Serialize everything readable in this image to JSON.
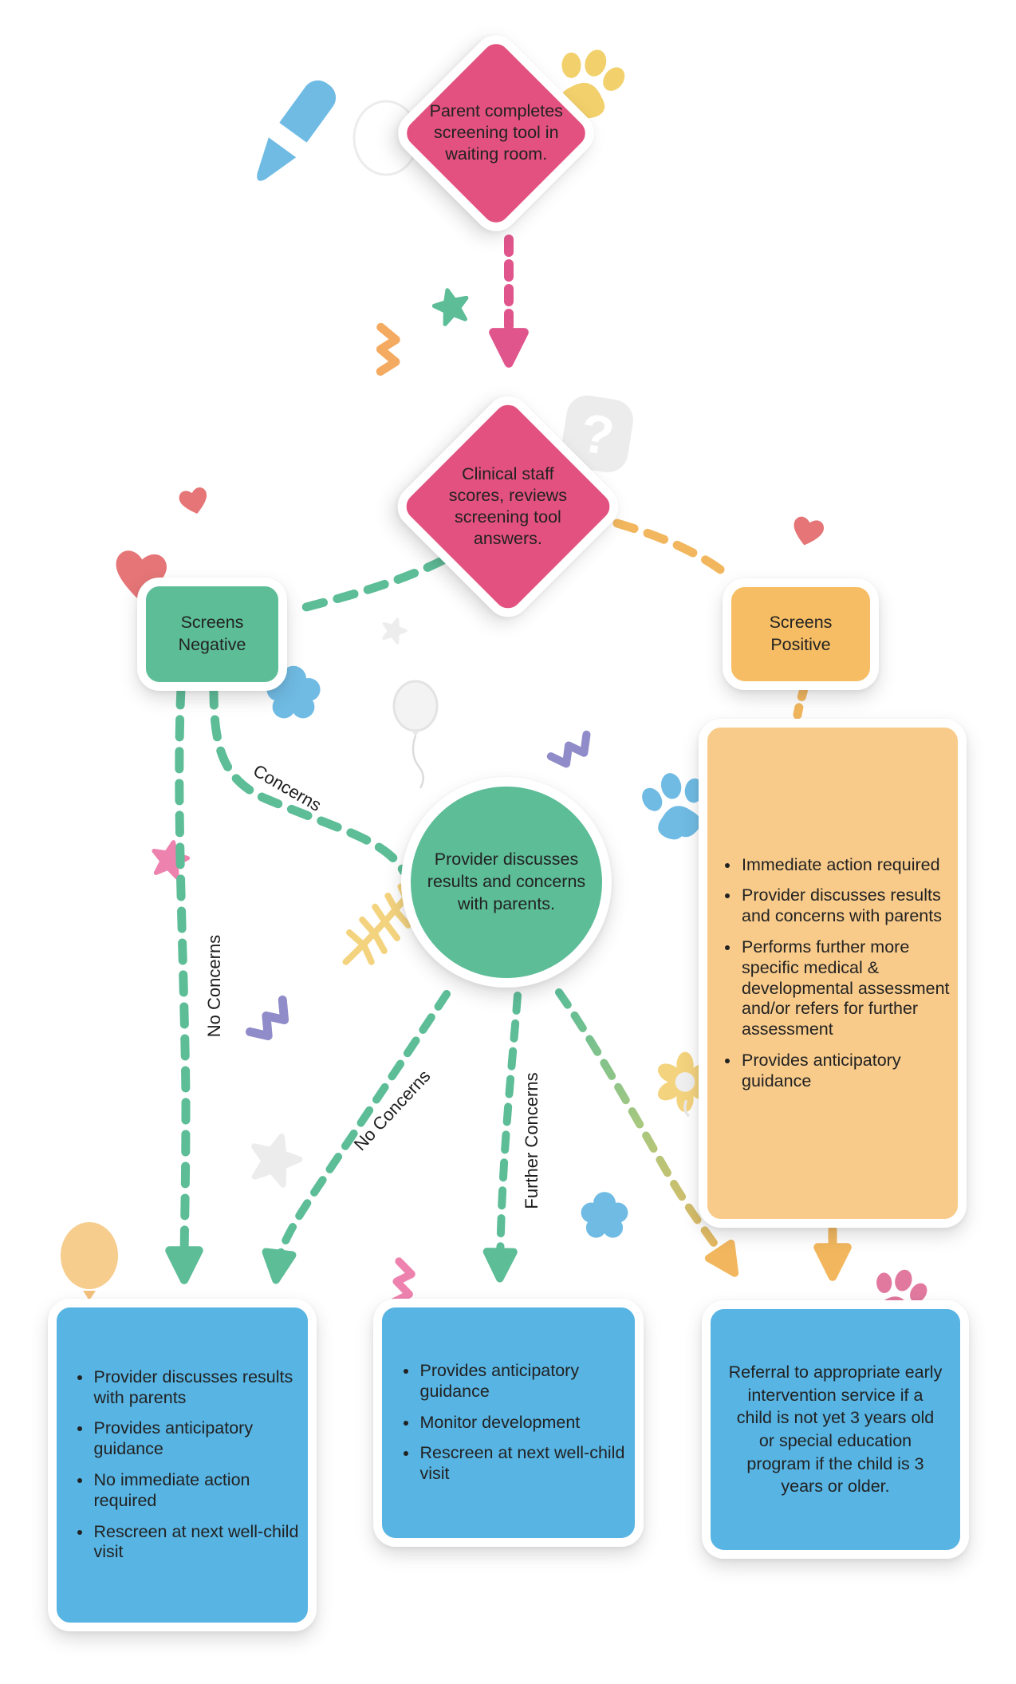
{
  "nodes": {
    "diamond1": {
      "text": "Parent completes screening tool in waiting room."
    },
    "diamond2": {
      "text": "Clinical staff scores, reviews screening tool answers."
    },
    "screens_negative": {
      "label": "Screens Negative"
    },
    "screens_positive": {
      "label": "Screens Positive"
    },
    "provider_circle": {
      "text": "Provider discusses results and concerns with parents."
    },
    "positive_actions": {
      "bullets": [
        "Immediate action required",
        "Provider discusses results and concerns with parents",
        "Performs further more specific medical & developmental assessment and/or refers for further assessment",
        "Provides anticipatory guidance"
      ]
    },
    "no_concerns_outcome": {
      "bullets": [
        "Provider discusses results with parents",
        "Provides anticipatory guidance",
        "No immediate action required",
        "Rescreen at next well-child visit"
      ]
    },
    "monitor_outcome": {
      "bullets": [
        "Provides anticipatory guidance",
        "Monitor development",
        "Rescreen at next well-child visit"
      ]
    },
    "referral_outcome": {
      "text": "Referral to appropriate early intervention service if a child is not yet 3 years old or special education program if the child is 3 years or older."
    }
  },
  "edge_labels": {
    "concerns": "Concerns",
    "no_concerns_left": "No Concerns",
    "no_concerns_center": "No Concerns",
    "further_concerns": "Further Concerns"
  },
  "colors": {
    "pink": "#e2517f",
    "pink_dash": "#e0558c",
    "green": "#5cbd97",
    "orange": "#f6bd64",
    "orange_light": "#f8cb8b",
    "blue_box": "#57b4e3",
    "coral_heart": "#e57577",
    "light_blue": "#6fbbe4",
    "yellow_deco": "#f2d06b",
    "purple_deco": "#908cc9",
    "pink_deco": "#ee82ae",
    "gray_deco": "#ececec",
    "text": "#222222"
  },
  "decorations": [
    "pencil-icon",
    "balloon-outline-icon",
    "paw-icon-yellow",
    "star-icon-green",
    "zigzag-icon-orange",
    "question-mark-icon",
    "heart-icon-small",
    "heart-icon-large",
    "heart-icon-right",
    "star-icon-gray-small",
    "cloud-flower-icon-blue",
    "balloon-icon-gray",
    "zigzag-icon-purple",
    "paw-icon-blue",
    "star-icon-pink",
    "fern-icon-yellow",
    "zigzag-icon-purple-2",
    "flower-icon-yellow",
    "star-icon-gray",
    "cloud-flower-icon-blue-2",
    "balloon-icon-orange",
    "zigzag-icon-pink",
    "paw-icon-pink"
  ]
}
